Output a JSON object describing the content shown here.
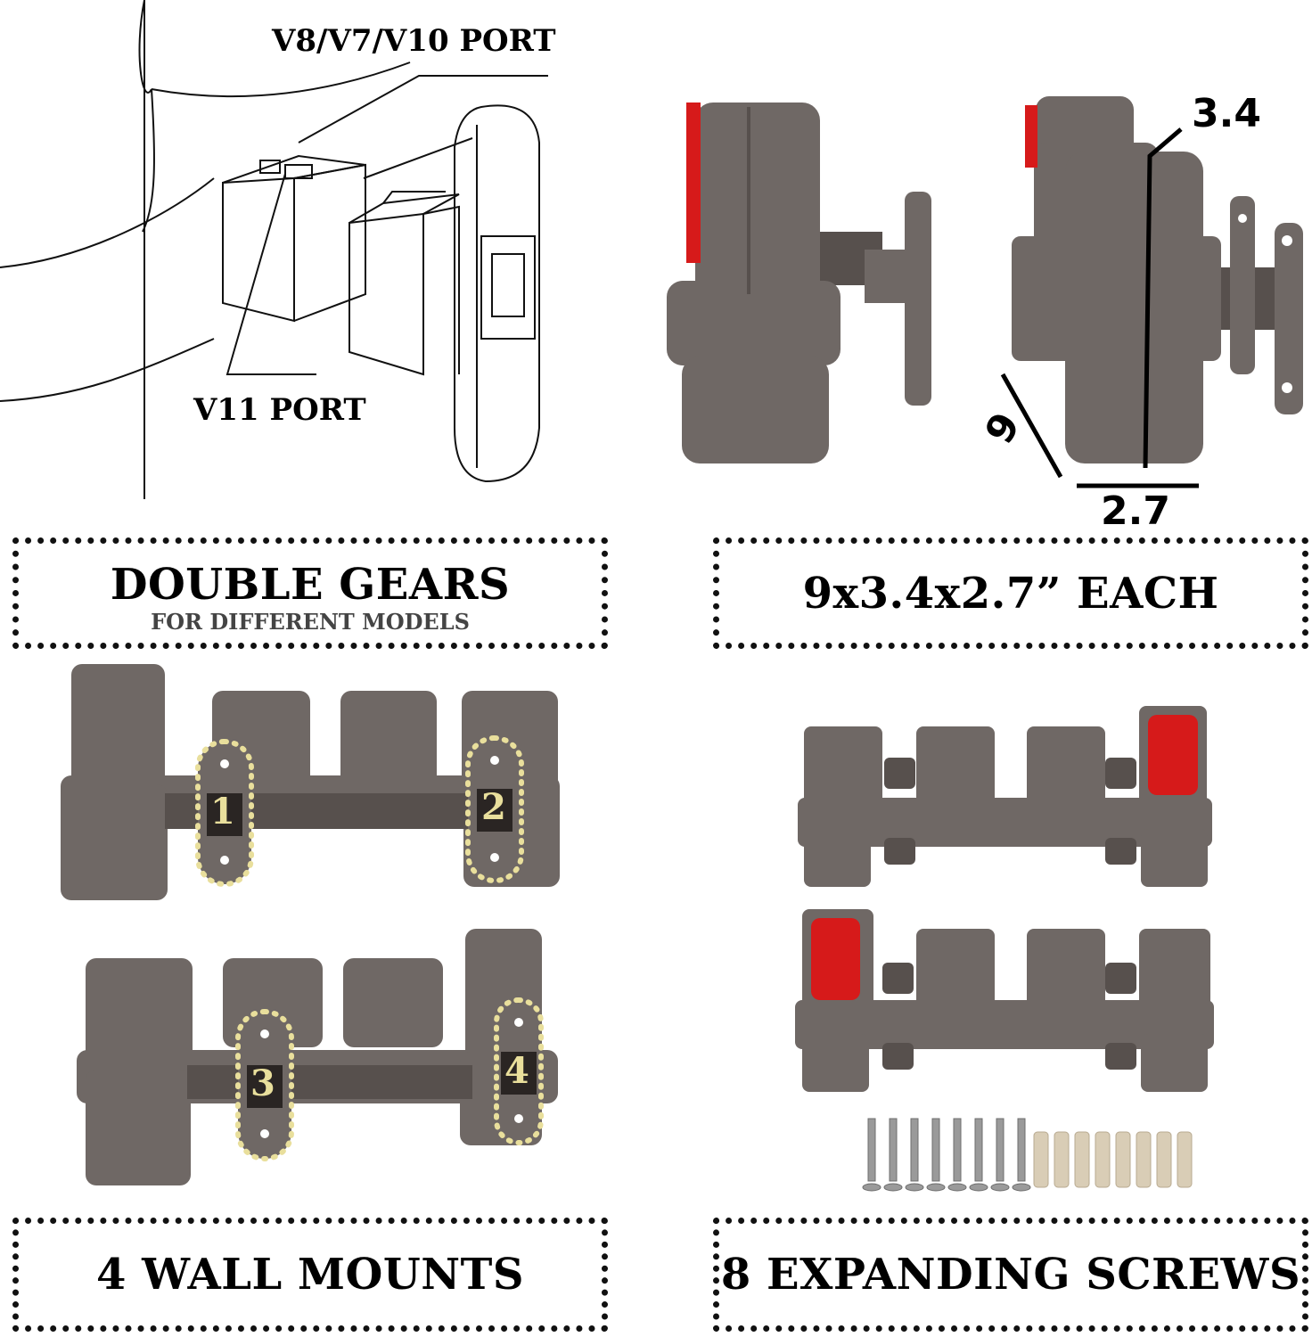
{
  "diagram": {
    "port_top_label": "V8/V7/V10 PORT",
    "port_bottom_label": "V11 PORT"
  },
  "dimensions": {
    "height_label": "3.4",
    "depth_label": "9",
    "width_label": "2.7"
  },
  "captions": {
    "double_gears_title": "DOUBLE GEARS",
    "double_gears_sub": "FOR DIFFERENT MODELS",
    "size_title": "9x3.4x2.7” EACH",
    "wall_mounts_title": "4 WALL MOUNTS",
    "screws_title": "8 EXPANDING SCREWS"
  },
  "mount_numbers": [
    "1",
    "2",
    "3",
    "4"
  ],
  "colors": {
    "plastic_gray": "#6f6865",
    "plastic_dark": "#57504d",
    "accent_red": "#d61a1a",
    "dot_yellow": "#e9df9c",
    "screw_steel": "#9a9a9a",
    "anchor_beige": "#d9cdb6"
  },
  "icons": [
    "dock-line-drawing",
    "holder-photo",
    "screw-icon",
    "wall-anchor-icon"
  ]
}
